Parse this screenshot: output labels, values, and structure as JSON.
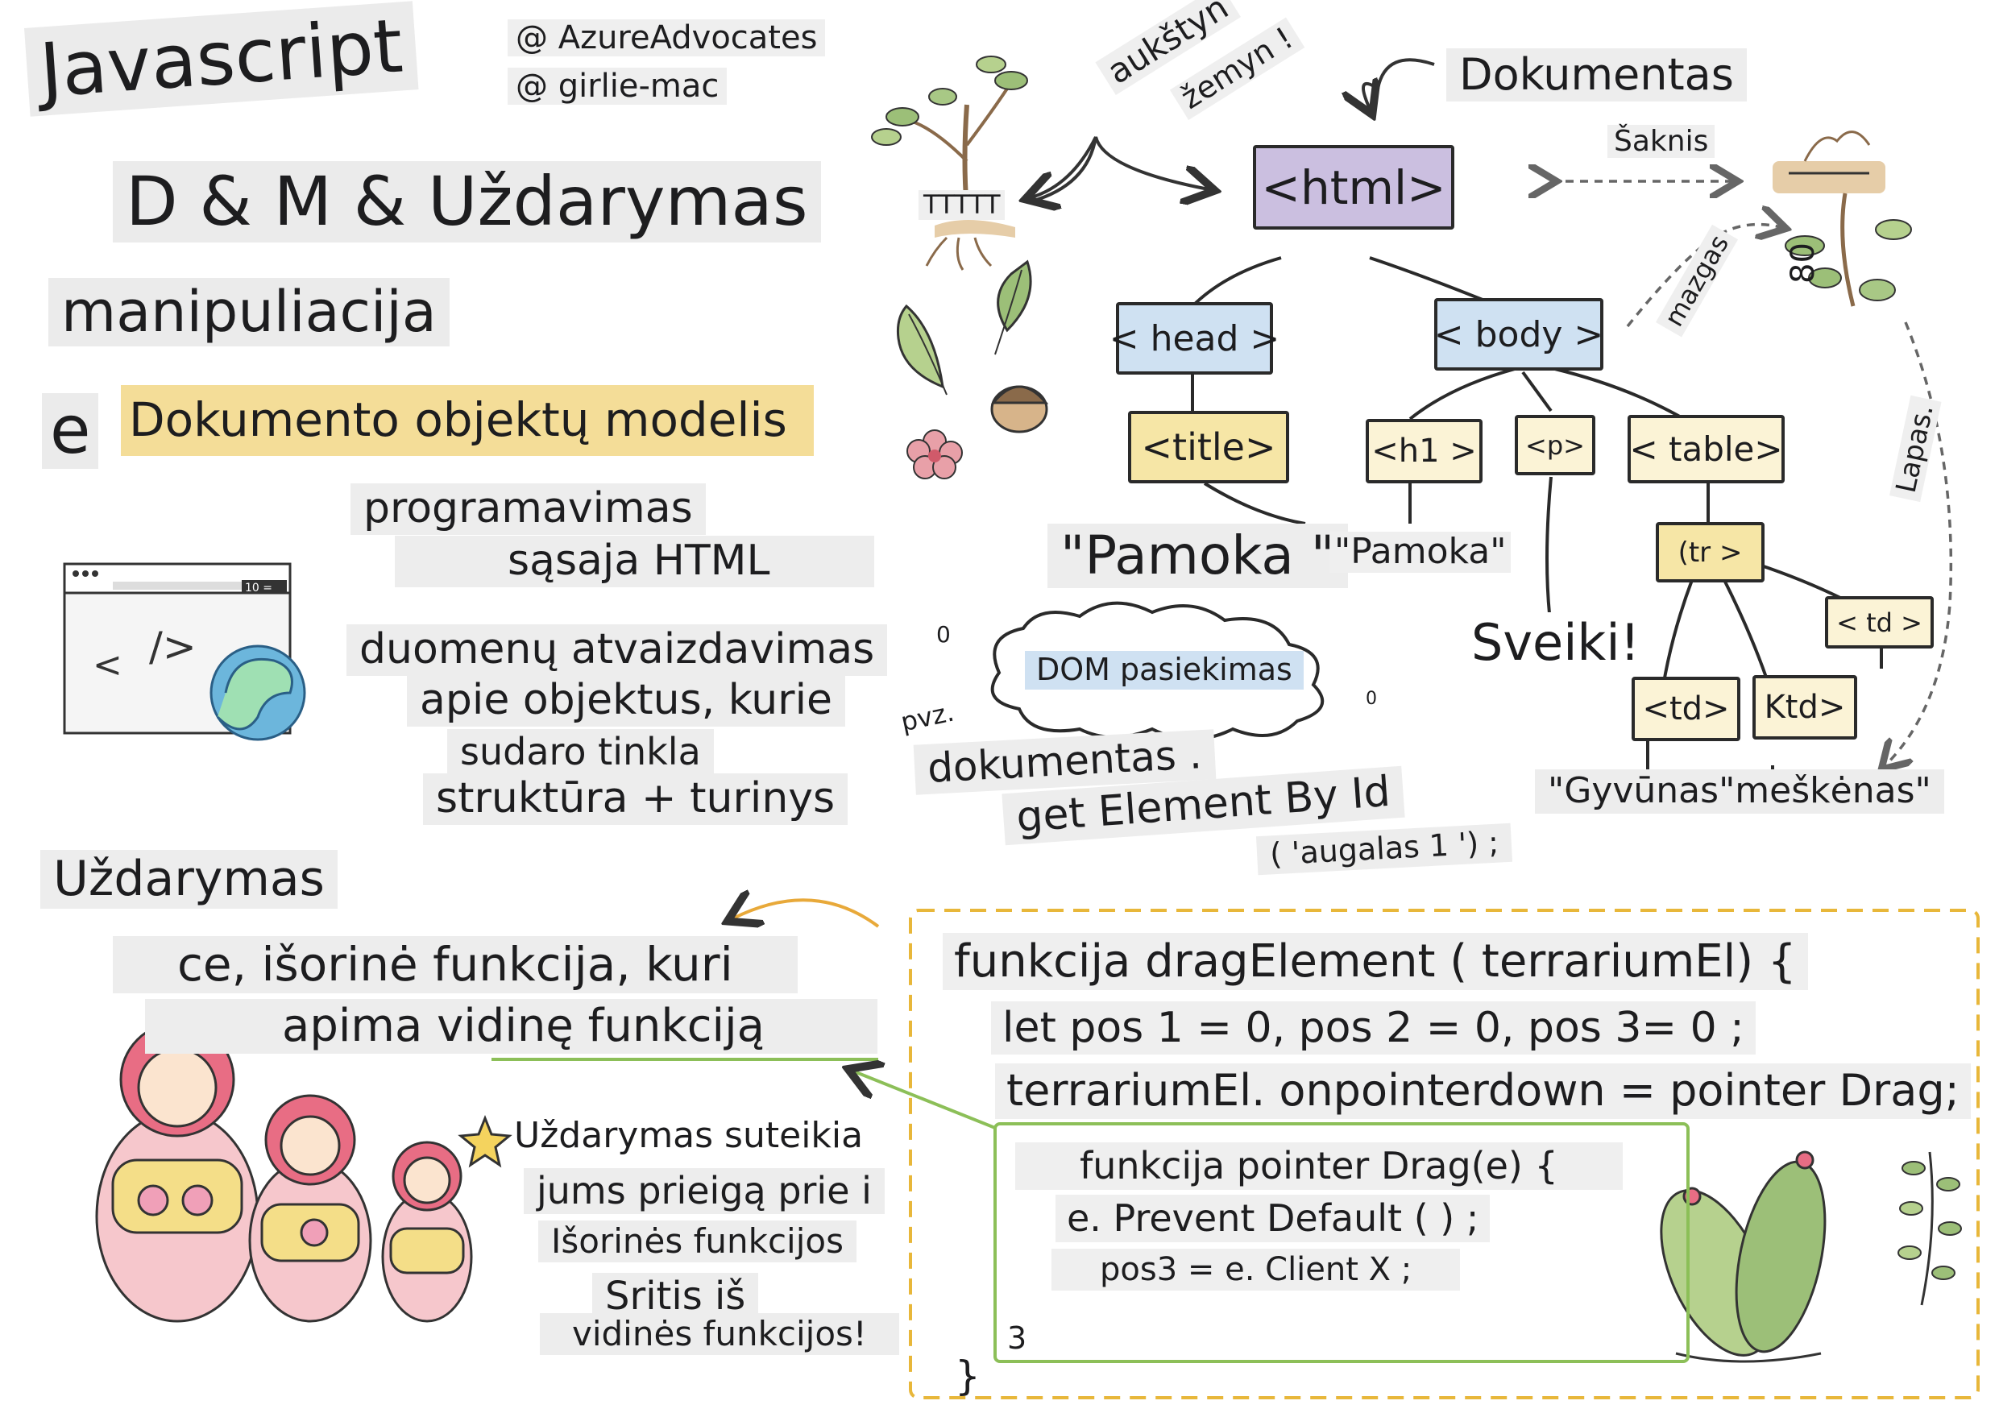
{
  "header": {
    "title": "Javascript",
    "subtitle": "D & M & Uždarymas",
    "handle_1": "@ AzureAdvocates",
    "handle_2": "@ girlie-mac",
    "dom_word": "manipuliacija",
    "letter_e": "e",
    "dom_full": "Dokumento objektų modelis"
  },
  "dom_info": {
    "line_1": "programavimas",
    "line_2": "sąsaja HTML",
    "line_3": "duomenų atvaizdavimas",
    "line_4": "apie objektus, kurie",
    "line_5": "sudaro tinkla",
    "line_6": "struktūra + turinys"
  },
  "tree": {
    "up_down_1": "aukštyn",
    "up_down_2": "žemyn !",
    "tree_sign": "TTTTT",
    "document_label": "Dokumentas",
    "root_label": "Šaknis",
    "node_label": "mazgas",
    "leaf_label": "Lapas.",
    "plant_number": "80",
    "nodes": {
      "html": "<html>",
      "head": "< head >",
      "body": "< body >",
      "title": "<title>",
      "h1": "<h1 >",
      "p": "<p>",
      "table": "< table>",
      "tr": "(tr >",
      "td1": "<td>",
      "td2": "Ktd>",
      "td3": "< td >"
    },
    "text_title": "\"Pamoka \"",
    "text_h1": "\"Pamoka\"",
    "text_p": "Sveiki!",
    "text_td": "\"Gyvūnas\"meškėnas\""
  },
  "dom_access": {
    "cloud_label": "DOM pasiekimas",
    "zero_1": "0",
    "zero_2": "0",
    "example": "pvz.",
    "code_1": "dokumentas .",
    "code_2": "get Element By Id",
    "code_3": "( 'augalas 1 ') ;"
  },
  "closure": {
    "title": "Uždarymas",
    "def_1": "ce, išorinė funkcija, kuri",
    "def_2": "apima vidinę funkciją",
    "note_1": "Uždarymas suteikia",
    "note_2": "jums prieigą prie i",
    "note_3": "Išorinės funkcijos",
    "note_4": "Sritis iš",
    "note_5": "vidinės funkcijos!"
  },
  "code": {
    "line_1": "funkcija dragElement ( terrariumEl) {",
    "line_2": "let pos 1 = 0, pos 2 = 0, pos 3= 0 ;",
    "line_3": "terrariumEl. onpointerdown = pointer Drag;",
    "inner_1": "funkcija pointer Drag(e) {",
    "inner_2": "e. Prevent Default ( ) ;",
    "inner_3": "pos3 = e. Client X ;",
    "inner_4": "3",
    "close": "}"
  },
  "colors": {
    "purple": "#cbbfe0",
    "blue": "#cfe1f2",
    "yellow": "#f6e6a6",
    "highlight": "#f4dd98",
    "dash_box": "#e8b73a",
    "green_box": "#8cbf58",
    "label_bg": "#ededed"
  }
}
